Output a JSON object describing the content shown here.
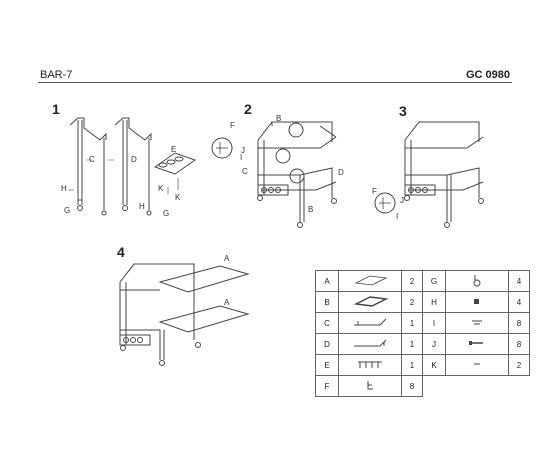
{
  "header": {
    "model": "BAR-7",
    "code": "GC 0980"
  },
  "steps": [
    "1",
    "2",
    "3",
    "4"
  ],
  "callouts": {
    "s1": [
      "C",
      "D",
      "E",
      "H",
      "G",
      "K",
      "K",
      "H",
      "G"
    ],
    "s2": [
      "F",
      "B",
      "J",
      "I",
      "C",
      "D",
      "B"
    ],
    "s3": [
      "F",
      "J",
      "I"
    ],
    "s4": [
      "A",
      "A"
    ]
  },
  "parts": [
    {
      "id": "A",
      "qty": "2",
      "icon": "glass-shelf-icon"
    },
    {
      "id": "B",
      "qty": "2",
      "icon": "tray-icon"
    },
    {
      "id": "C",
      "qty": "1",
      "icon": "frame-c-icon"
    },
    {
      "id": "D",
      "qty": "1",
      "icon": "frame-d-icon"
    },
    {
      "id": "E",
      "qty": "1",
      "icon": "bottle-holder-icon"
    },
    {
      "id": "F",
      "qty": "8",
      "icon": "bracket-icon"
    },
    {
      "id": "G",
      "qty": "4",
      "icon": "caster-wheel-icon"
    },
    {
      "id": "H",
      "qty": "4",
      "icon": "cap-icon"
    },
    {
      "id": "I",
      "qty": "8",
      "icon": "bolt-icon"
    },
    {
      "id": "J",
      "qty": "8",
      "icon": "screw-icon"
    },
    {
      "id": "K",
      "qty": "2",
      "icon": "pin-icon"
    }
  ]
}
